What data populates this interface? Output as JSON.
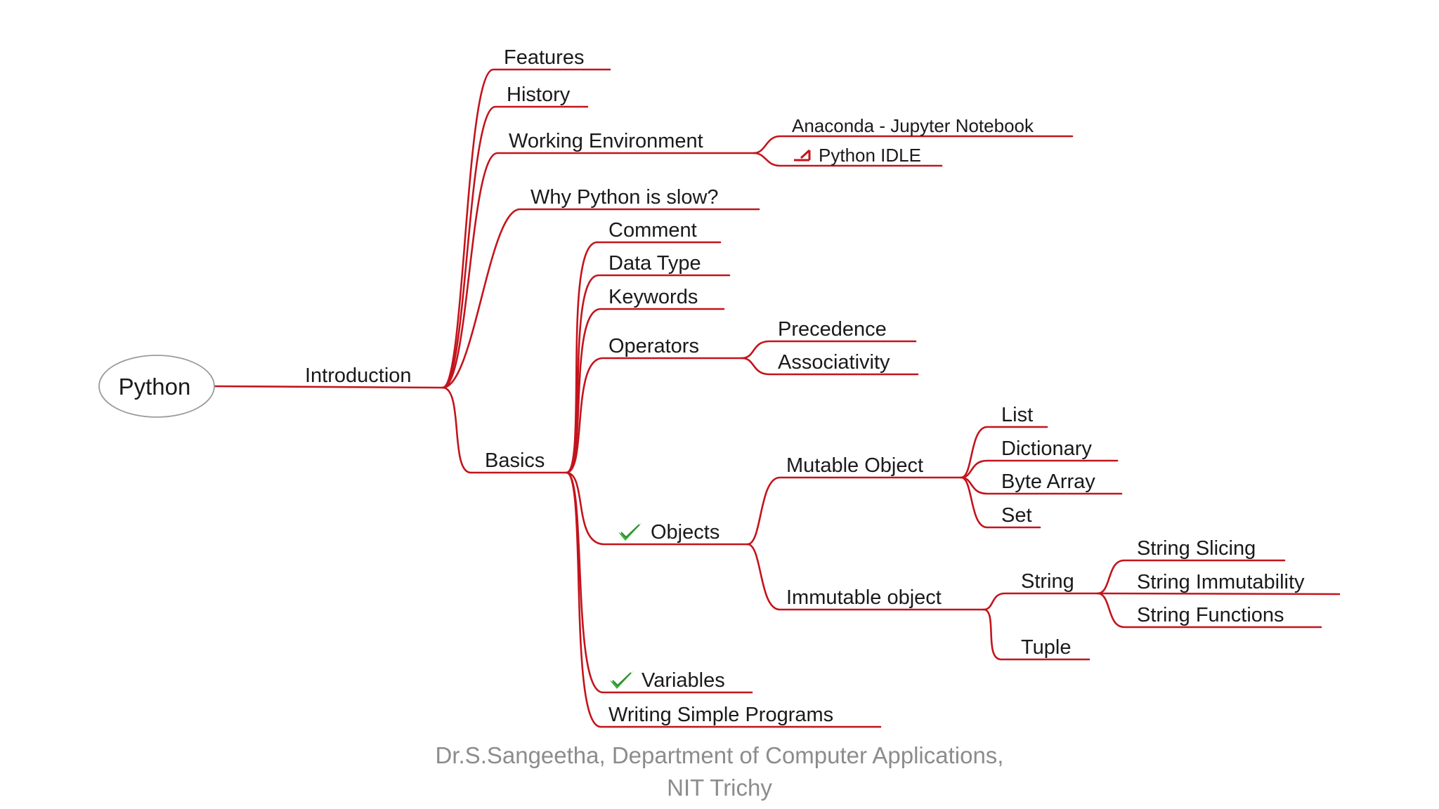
{
  "root": {
    "label": "Python"
  },
  "branches": {
    "introduction": {
      "label": "Introduction",
      "children": {
        "features": "Features",
        "history": "History",
        "working_environment": {
          "label": "Working Environment",
          "children": {
            "anaconda": "Anaconda - Jupyter Notebook",
            "python_idle": "Python IDLE"
          }
        },
        "why_slow": "Why Python is slow?"
      }
    },
    "basics": {
      "label": "Basics",
      "children": {
        "comment": "Comment",
        "data_type": "Data Type",
        "keywords": "Keywords",
        "operators": {
          "label": "Operators",
          "children": {
            "precedence": "Precedence",
            "associativity": "Associativity"
          }
        },
        "objects": {
          "label": "Objects",
          "checked": true,
          "children": {
            "mutable": {
              "label": "Mutable Object",
              "children": {
                "list": "List",
                "dictionary": "Dictionary",
                "byte_array": "Byte Array",
                "set": "Set"
              }
            },
            "immutable": {
              "label": "Immutable object",
              "children": {
                "string": {
                  "label": "String",
                  "children": {
                    "slicing": "String Slicing",
                    "immutability": "String Immutability",
                    "functions": "String Functions"
                  }
                },
                "tuple": "Tuple"
              }
            }
          }
        },
        "variables": {
          "label": "Variables",
          "checked": true
        },
        "writing_programs": "Writing Simple Programs"
      }
    }
  },
  "icons": {
    "check": "check-icon",
    "attachment": "attachment-icon"
  },
  "colors": {
    "edge": "#c3141c",
    "check": "#3fae3f",
    "footer_text": "#8c8c8c"
  },
  "footer": {
    "line1": "Dr.S.Sangeetha, Department of Computer Applications,",
    "line2": "NIT Trichy"
  }
}
